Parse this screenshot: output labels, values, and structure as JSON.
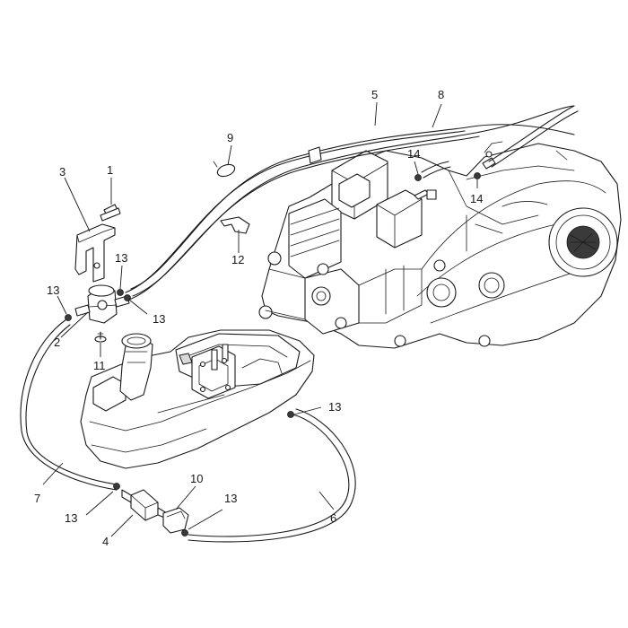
{
  "callouts": [
    {
      "id": "c1",
      "label": "1"
    },
    {
      "id": "c2",
      "label": "2"
    },
    {
      "id": "c3",
      "label": "3"
    },
    {
      "id": "c4",
      "label": "4"
    },
    {
      "id": "c5",
      "label": "5"
    },
    {
      "id": "c6",
      "label": "6"
    },
    {
      "id": "c7",
      "label": "7"
    },
    {
      "id": "c8",
      "label": "8"
    },
    {
      "id": "c9",
      "label": "9"
    },
    {
      "id": "c10",
      "label": "10"
    },
    {
      "id": "c11",
      "label": "11"
    },
    {
      "id": "c12",
      "label": "12"
    },
    {
      "id": "c13a",
      "label": "13"
    },
    {
      "id": "c13b",
      "label": "13"
    },
    {
      "id": "c13c",
      "label": "13"
    },
    {
      "id": "c13d",
      "label": "13"
    },
    {
      "id": "c13e",
      "label": "13"
    },
    {
      "id": "c13f",
      "label": "13"
    },
    {
      "id": "c14a",
      "label": "14"
    },
    {
      "id": "c14b",
      "label": "14"
    }
  ]
}
